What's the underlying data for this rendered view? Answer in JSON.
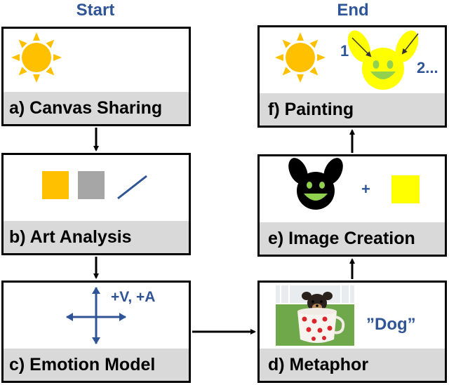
{
  "headers": {
    "start": "Start",
    "end": "End"
  },
  "steps": {
    "a": {
      "label": "a) Canvas Sharing"
    },
    "b": {
      "label": "b) Art Analysis"
    },
    "c": {
      "label": "c) Emotion Model",
      "valence_arousal": "+V, +A"
    },
    "d": {
      "label": "d) Metaphor",
      "word": "”Dog”"
    },
    "e": {
      "label": "e) Image Creation",
      "plus": "+"
    },
    "f": {
      "label": "f) Painting",
      "order_1": "1",
      "order_2": "2..."
    }
  },
  "colors": {
    "sun": "#ffc000",
    "orange_square": "#ffc000",
    "gray_square": "#a6a6a6",
    "yellow_square": "#ffff00",
    "accent_blue": "#2f5597",
    "face_green": "#92d050",
    "caption_bg": "#d9d9d9"
  }
}
